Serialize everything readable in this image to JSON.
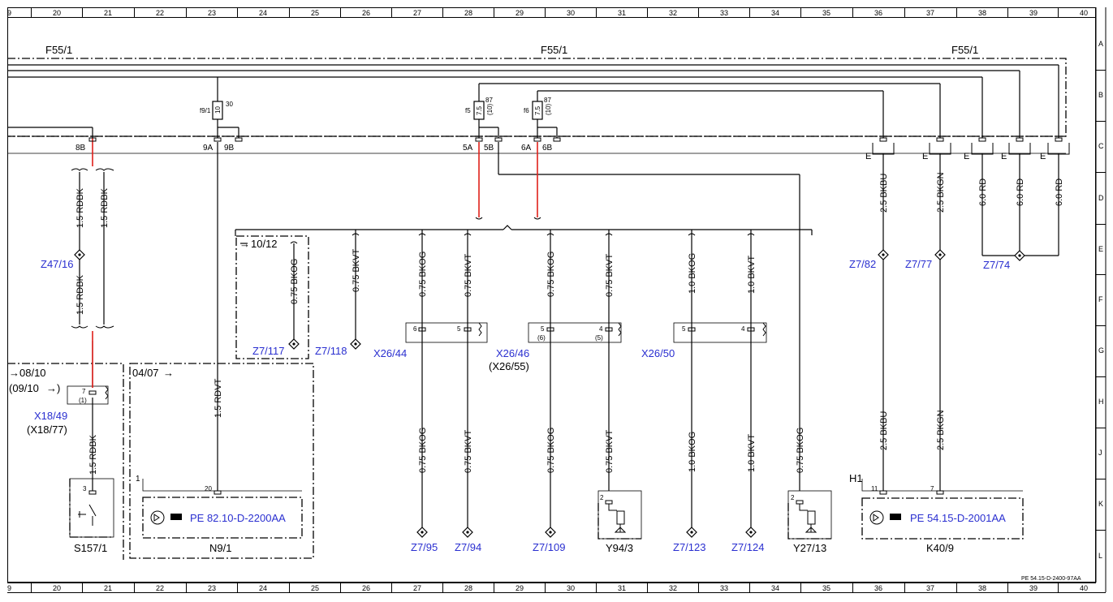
{
  "colors": {
    "line": "#000000",
    "blue": "#2a2fd0",
    "red": "#e0201a"
  },
  "grid": {
    "columns": [
      "9",
      "20",
      "21",
      "22",
      "23",
      "24",
      "25",
      "26",
      "27",
      "28",
      "29",
      "30",
      "31",
      "32",
      "33",
      "34",
      "35",
      "36",
      "37",
      "38",
      "39",
      "40"
    ],
    "rows": [
      "A",
      "B",
      "C",
      "D",
      "E",
      "F",
      "G",
      "H",
      "J",
      "K",
      "L"
    ]
  },
  "buses": {
    "left": "F55/1",
    "mid": "F55/1",
    "right": "F55/1"
  },
  "fuses": [
    {
      "id": "f9/1",
      "value": "10",
      "terminal": "30"
    },
    {
      "id": "f5",
      "value": "7.5",
      "terminal": "87",
      "sub": "(10)"
    },
    {
      "id": "f6",
      "value": "7.5",
      "terminal": "87",
      "sub": "(10)"
    }
  ],
  "pins": [
    "8B",
    "9A",
    "9B",
    "5A",
    "5B",
    "6A",
    "6B",
    "E",
    "E",
    "E",
    "E",
    "E"
  ],
  "wires": {
    "w_rdbk_a": "1.5 RDBK",
    "w_rdbk_b": "1.5 RDBK",
    "w_rdbk_c": "1.5 RDBK",
    "w_rdbk_d": "1.5 RDBK",
    "w_bkog_117": "0.75 BKOG",
    "w_bkvt_118": "0.75 BKVT",
    "w_bkog_44": "0.75 BKOG",
    "w_bkvt_44": "0.75  BKVT",
    "w_bkog_46": "0.75 BKOG",
    "w_bkvt_46": "0.75  BKVT",
    "w_bkog_50": "1.0 BKOG",
    "w_bkvt_50": "1.0 BKVT",
    "w_bkbu": "2.5 BKBU",
    "w_bkgn": "2.5 BKGN",
    "w_rd1": "6.0 RD",
    "w_rd2": "6.0 RD",
    "w_rd3": "6.0 RD",
    "w_rdvt": "1.5 RDVT",
    "w_bkog_95": "0.75 BKOG",
    "w_bkvt_94": "0.75 BKVT",
    "w_bkog_109": "0.75 BKOG",
    "w_bkvt_y94": "0.75 BKVT",
    "w_bkog_123": "1.0 BKOG",
    "w_bkvt_124": "1.0 BKVT",
    "w_bkog_y27": "0.75 BKOG",
    "w_bkbu_low": "2.5 BKBU",
    "w_bkgn_low": "2.5 BKGN"
  },
  "splices": {
    "z47_16": "Z47/16",
    "z7_82": "Z7/82",
    "z7_77": "Z7/77",
    "z7_74": "Z7/74",
    "z7_117": "Z7/117",
    "z7_118": "Z7/118",
    "z7_95": "Z7/95",
    "z7_94": "Z7/94",
    "z7_109": "Z7/109",
    "z7_123": "Z7/123",
    "z7_124": "Z7/124"
  },
  "connectors": {
    "x26_44": "X26/44",
    "x26_46": "X26/46",
    "x26_46_alt": "(X26/55)",
    "x26_50": "X26/50",
    "x18_49": "X18/49",
    "x18_49_alt": "(X18/77)"
  },
  "refs": {
    "r_10_12": "10/12",
    "r_08_10": "08/10",
    "r_09_10": "(09/10",
    "r_04_07": "04/07"
  },
  "components": {
    "s157": "S157/1",
    "n9": "N9/1",
    "y94": "Y94/3",
    "y27": "Y27/13",
    "k40": "K40/9",
    "n9_ref": "PE 82.10-D-2200AA",
    "k40_ref": "PE 54.15-D-2001AA",
    "h1": "H1"
  },
  "pin_numbers": {
    "x26_44_a": "6",
    "x26_44_b": "5",
    "x26_46_a": "5",
    "x26_46_a2": "(6)",
    "x26_46_b": "4",
    "x26_46_b2": "(5)",
    "x26_50_a": "5",
    "x26_50_b": "4",
    "x18_a": "7",
    "x18_b": "(1)",
    "s157_pin": "3",
    "n9_pin": "20",
    "n9_one": "1",
    "y94_pin": "2",
    "y27_pin": "2",
    "k40_11": "11",
    "k40_7": "7"
  },
  "footer": "PE 54.15-D-2400-97AA"
}
